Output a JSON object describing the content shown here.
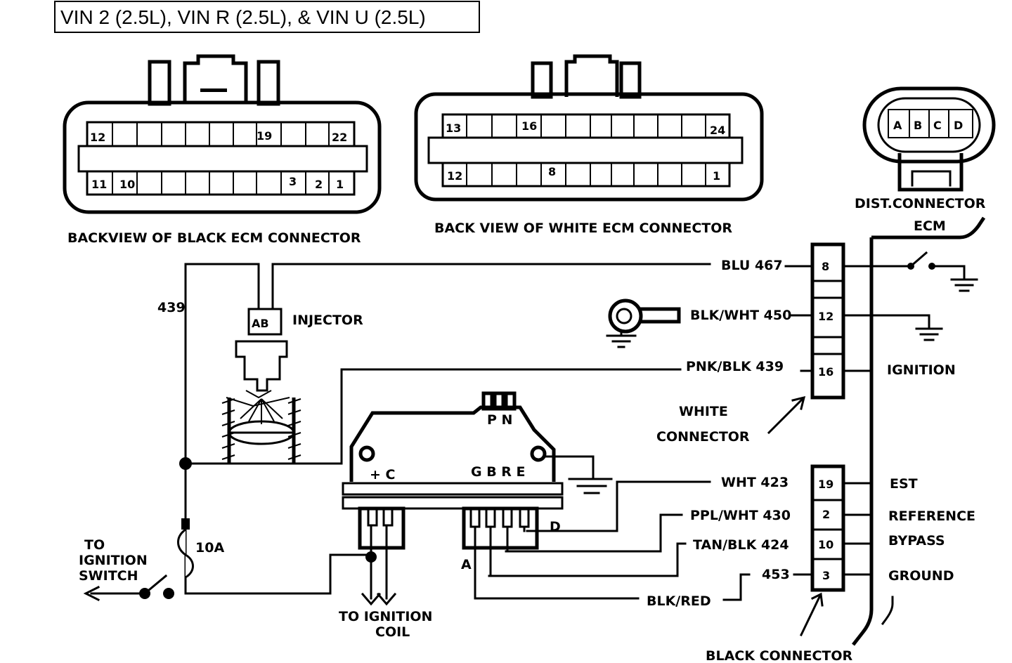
{
  "title": "VIN 2 (2.5L), VIN R (2.5L), & VIN U (2.5L)",
  "black_connector_view": {
    "caption": "BACKVIEW OF BLACK ECM CONNECTOR",
    "top_pins": [
      "12",
      "19",
      "22"
    ],
    "bottom_pins": [
      "11",
      "10",
      "3",
      "2",
      "1"
    ]
  },
  "white_connector_view": {
    "caption": "BACK VIEW OF WHITE ECM CONNECTOR",
    "top_pins": [
      "13",
      "16",
      "24"
    ],
    "bottom_pins": [
      "12",
      "8",
      "1"
    ]
  },
  "dist_connector": {
    "caption": "DIST.CONNECTOR",
    "pins": [
      "A",
      "B",
      "C",
      "D"
    ]
  },
  "ecm_label": "ECM",
  "injector": {
    "label": "INJECTOR",
    "pins": "AB",
    "wire": "439"
  },
  "fuse": "10A",
  "ignition_switch": [
    "TO",
    "IGNITION",
    "SWITCH"
  ],
  "ignition_coil": [
    "TO IGNITION",
    "COIL"
  ],
  "module": {
    "top_pins": "P N",
    "left_pins": "+ C",
    "right_pins": "G B R E",
    "pin_a": "A",
    "pin_d": "D"
  },
  "white_connector": {
    "label": [
      "WHITE",
      "CONNECTOR"
    ],
    "terminals": [
      {
        "pin": "8",
        "wire": "BLU 467"
      },
      {
        "pin": "12",
        "wire": "BLK/WHT 450"
      },
      {
        "pin": "16",
        "wire": "PNK/BLK 439",
        "function": "IGNITION"
      }
    ]
  },
  "black_connector": {
    "label": "BLACK CONNECTOR",
    "terminals": [
      {
        "pin": "19",
        "wire": "WHT 423",
        "function": "EST"
      },
      {
        "pin": "2",
        "wire": "PPL/WHT 430",
        "function": "REFERENCE"
      },
      {
        "pin": "10",
        "wire": "TAN/BLK 424",
        "function": "BYPASS"
      },
      {
        "pin": "3",
        "wire": "453",
        "function": "GROUND"
      }
    ],
    "extra_wire": "BLK/RED"
  }
}
